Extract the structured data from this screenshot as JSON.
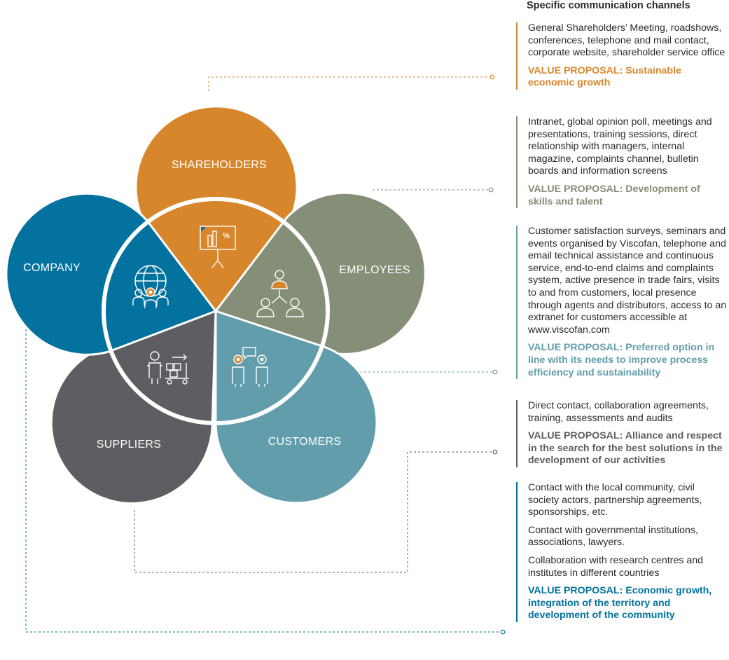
{
  "heading": "Specific communication channels",
  "colors": {
    "shareholders": "#D8862B",
    "employees": "#858E76",
    "customers": "#629DAC",
    "suppliers": "#5D5D62",
    "company": "#03729E"
  },
  "petals": {
    "shareholders": "SHAREHOLDERS",
    "employees": "EMPLOYEES",
    "customers": "CUSTOMERS",
    "suppliers": "SUPPLIERS",
    "company": "COMPANY"
  },
  "groups": {
    "shareholders": {
      "channels": "General Shareholders’ Meeting, roadshows, conferences, telephone and mail contact, corporate website, shareholder service office",
      "value": "VALUE PROPOSAL: Sustainable economic growth"
    },
    "employees": {
      "channels": "Intranet, global opinion poll, meetings and presentations, training sessions, direct relationship with managers, internal magazine, complaints channel, bulletin boards and information screens",
      "value": "VALUE PROPOSAL: Development of skills and talent"
    },
    "customers": {
      "channels": "Customer satisfaction surveys, seminars and events organised by Viscofan, telephone and email technical assistance and continuous service, end-to-end claims and complaints system, active presence in trade fairs, visits to and from customers, local presence through agents and distributors, access to an extranet for customers accessible at www.viscofan.com",
      "value": "VALUE PROPOSAL: Preferred option in line with its needs to improve process efficiency and sustainability"
    },
    "suppliers": {
      "channels": "Direct contact, collaboration agreements, training, assessments and audits",
      "value": "VALUE PROPOSAL: Alliance and respect in the search for the best solutions in the development of our activities"
    },
    "company": {
      "channel1": "Contact with the local community, civil society actors, partnership agreements, sponsorships, etc.",
      "channel2": "Contact with governmental institutions, associations, lawyers.",
      "channel3": "Collaboration with research centres and institutes in different countries",
      "value": "VALUE PROPOSAL: Economic growth, integration of the territory and development of the community"
    }
  }
}
